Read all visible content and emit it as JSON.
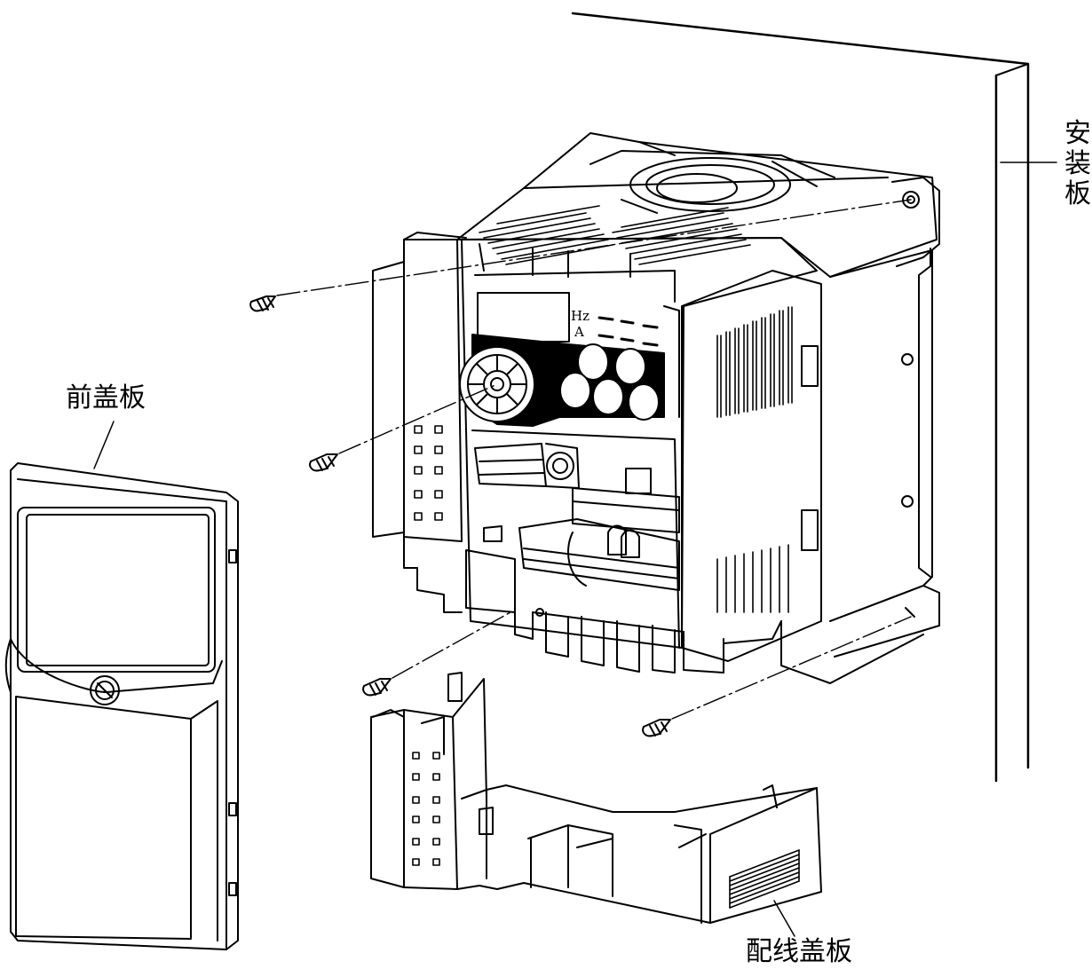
{
  "labels": {
    "front_cover": "前盖板",
    "wiring_cover": "配线盖板",
    "mounting_plate": "安装板"
  },
  "panel": {
    "hz": "Hz",
    "a": "A"
  },
  "colors": {
    "line": "#000000",
    "background": "#ffffff",
    "dark_panel": "#000000"
  }
}
